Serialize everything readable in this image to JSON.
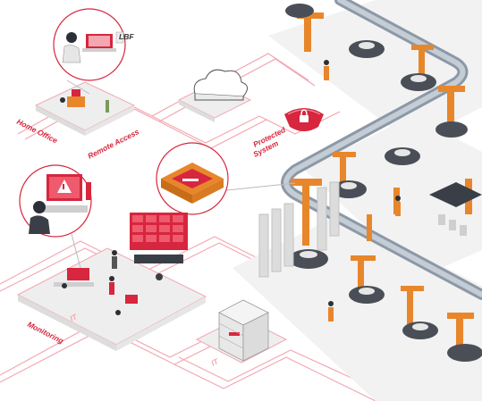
{
  "labels": {
    "home_office": "Home Office",
    "remote_access": "Remote Access",
    "protected_line1": "Protected",
    "protected_line2": "System",
    "monitoring": "Monitoring",
    "it_1": "IT",
    "it_2": "IT",
    "printer_text": "LBF"
  },
  "colors": {
    "accent": "#d7263d",
    "accent_light": "#f2a7b1",
    "floor": "#eeeeee",
    "floor_edge": "#dddddd",
    "conveyor": "#9aa7b4",
    "robot": "#e8862b",
    "car": "#4a4f57",
    "dark": "#2b2f36"
  },
  "icons": {
    "shield": "shield-lock-icon",
    "cloud": "cloud-icon",
    "alert": "warning-icon"
  }
}
